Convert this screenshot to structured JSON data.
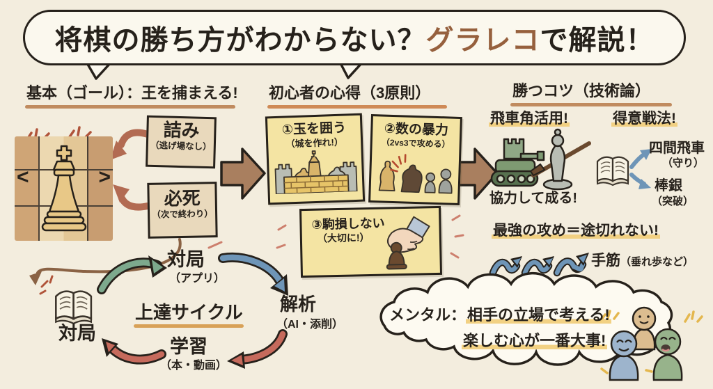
{
  "title": {
    "part1": "将棋の勝ち方がわからない？",
    "accent": "グラレコ",
    "part2": "で解説！"
  },
  "basic": {
    "heading": "基本（ゴール）：王を捕まえる!",
    "tsumi": {
      "title": "詰み",
      "note": "（逃げ場なし）"
    },
    "hisshi": {
      "title": "必死",
      "note": "（次で終わり）"
    },
    "chevron_left": "<",
    "chevron_right": ">"
  },
  "principles": {
    "heading": "初心者の心得（3原則）",
    "cards": [
      {
        "title": "①玉を囲う",
        "note": "（城を作れ!）"
      },
      {
        "title": "②数の暴力",
        "note": "（2vs3で攻める）"
      },
      {
        "title": "③駒損しない",
        "note": "（大切に!）"
      }
    ]
  },
  "tips": {
    "heading": "勝つコツ（技術論）",
    "rook_bishop": {
      "title": "飛車角活用!",
      "caption": "協力して成る!"
    },
    "strategy": {
      "title": "得意戦法!",
      "items": [
        {
          "name": "四間飛車",
          "note": "（守り）"
        },
        {
          "name": "棒銀",
          "note": "（突破）"
        }
      ]
    },
    "attack": {
      "title": "最強の攻め＝途切れない!",
      "caption": "手筋",
      "caption_note": "（垂れ歩など）"
    }
  },
  "cycle": {
    "heading": "上達サイクル",
    "top": {
      "title": "対局",
      "note": "（アプリ）"
    },
    "right": {
      "title": "解析",
      "note": "（AI・添削）"
    },
    "bottom": {
      "title": "学習",
      "note": "（本・動画）"
    },
    "left": {
      "title": "対局"
    }
  },
  "mental": {
    "label": "メンタル：",
    "line1": "相手の立場で考える!",
    "line2": "楽しむ心が一番大事!"
  },
  "colors": {
    "background": "#f3edde",
    "ink": "#26211b",
    "accent_brown": "#96603d",
    "card_yellow": "#f4e4a3",
    "box_beige": "#e9d9bc",
    "highlight_yellow": "#f1cf7d",
    "arrow_brown": "#a97f5f",
    "arrow_green": "#7da98d",
    "arrow_blue": "#6e95b7",
    "arrow_red": "#c66a5c",
    "underline_tan": "#c08b5f"
  }
}
